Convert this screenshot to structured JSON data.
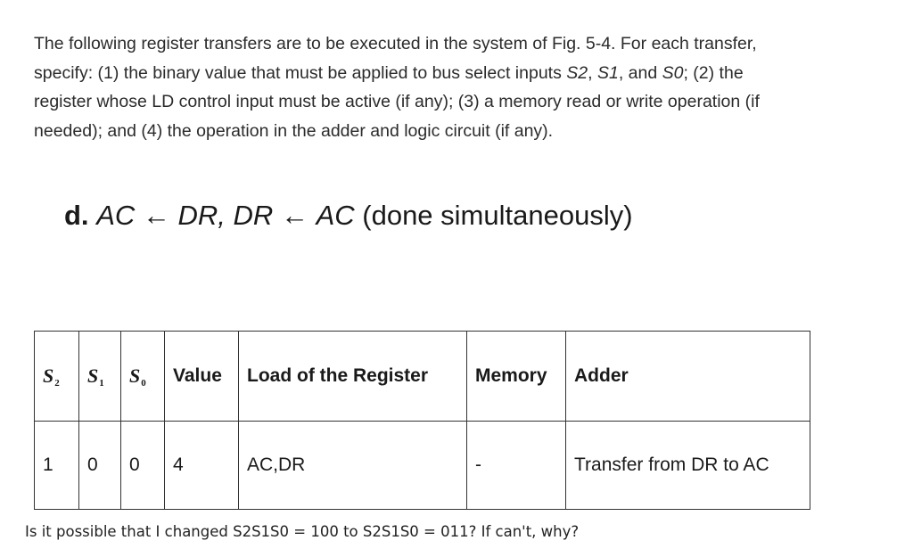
{
  "problem": {
    "line1": "The following register transfers are to be executed in the system of Fig. 5-4. For each transfer,",
    "line2_pre": "specify: (1) the binary value that must be applied to bus select inputs ",
    "s2": "S2",
    "sep1": ", ",
    "s1": "S1",
    "sep2": ", and ",
    "s0": "S0",
    "line2_post": "; (2) the",
    "line3": "register whose LD control input must be active (if any); (3) a memory read or write operation (if",
    "line4": "needed); and (4) the operation in the adder and logic circuit (if any)."
  },
  "part": {
    "label": "d.",
    "ac1": "AC",
    "arrow1": "←",
    "dr1": "DR,",
    "dr2": "DR",
    "arrow2": "←",
    "ac2": "AC",
    "note": "(done simultaneously)"
  },
  "table": {
    "headers": {
      "s2_letter": "S",
      "s2_sub": "2",
      "s1_letter": "S",
      "s1_sub": "1",
      "s0_letter": "S",
      "s0_sub": "0",
      "value": "Value",
      "load": "Load of the Register",
      "memory": "Memory",
      "adder": "Adder"
    },
    "row": {
      "s2": "1",
      "s1": "0",
      "s0": "0",
      "value": "4",
      "load": "AC,DR",
      "memory": "-",
      "adder": "Transfer from DR to AC"
    }
  },
  "question": "Is it possible that I changed S2S1S0 = 100 to S2S1S0 = 011? If can't, why?"
}
